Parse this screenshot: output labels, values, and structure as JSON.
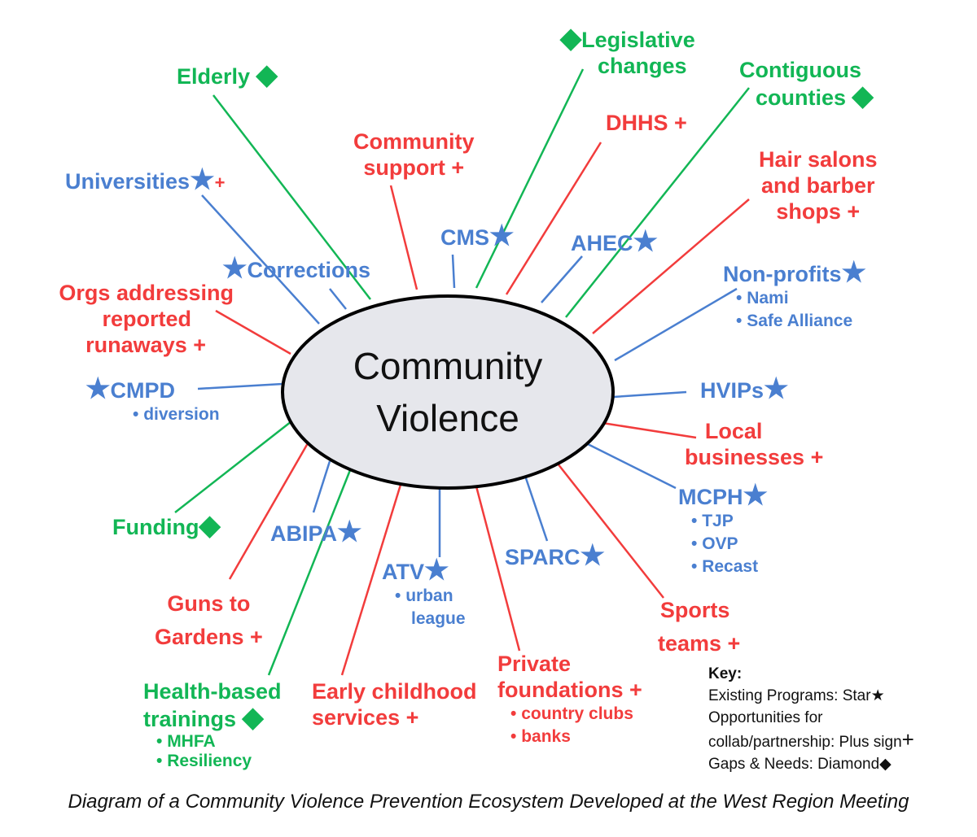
{
  "center": {
    "line1": "Community",
    "line2": "Violence"
  },
  "colors": {
    "gap": "#12b655",
    "opportunity": "#f23c3c",
    "existing": "#4a7fd0"
  },
  "symbols": {
    "star": "★",
    "plus": "+",
    "diamond": "◆"
  },
  "nodes": {
    "elderly": "Elderly",
    "legislative": [
      "Legislative",
      "changes"
    ],
    "contiguous": [
      "Contiguous",
      "counties"
    ],
    "community_support": [
      "Community",
      "support +"
    ],
    "dhhs": "DHHS +",
    "universities": "Universities",
    "hair": [
      "Hair salons",
      "and barber",
      "shops +"
    ],
    "cms": "CMS",
    "ahec": "AHEC",
    "corrections": "Corrections",
    "nonprofits": "Non-profits",
    "nonprofits_sub": [
      "Nami",
      "Safe Alliance"
    ],
    "orgs": [
      "Orgs addressing",
      "reported",
      "runaways +"
    ],
    "cmpd": "CMPD",
    "cmpd_sub": [
      "diversion"
    ],
    "hvips": "HVIPs",
    "local": [
      "Local",
      "businesses +"
    ],
    "mcph": "MCPH",
    "mcph_sub": [
      "TJP",
      "OVP",
      "Recast"
    ],
    "funding": "Funding",
    "abipa": "ABIPA",
    "sparc": "SPARC",
    "atv": "ATV",
    "atv_sub": [
      "urban",
      "league"
    ],
    "guns": [
      "Guns to",
      "Gardens +"
    ],
    "sports": [
      "Sports",
      "teams +"
    ],
    "private": [
      "Private",
      "foundations +"
    ],
    "private_sub": [
      "country clubs",
      "banks"
    ],
    "early": [
      "Early childhood",
      "services +"
    ],
    "health": [
      "Health-based",
      "trainings"
    ],
    "health_sub": [
      "MHFA",
      "Resiliency"
    ]
  },
  "key": {
    "title": "Key:",
    "existing": "Existing Programs: Star",
    "opp1": "Opportunities for",
    "opp2": "collab/partnership: Plus sign",
    "gaps": "Gaps & Needs: Diamond"
  },
  "caption": "Diagram of a Community Violence Prevention Ecosystem Developed at the West Region Meeting"
}
